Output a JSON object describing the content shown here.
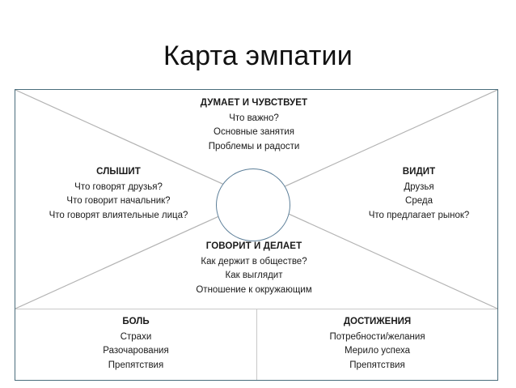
{
  "slide": {
    "title": "Карта эмпатии",
    "colors": {
      "frame_border": "#4a6d7c",
      "diagonal_line": "#b3b3b3",
      "circle_border": "#5d7f99",
      "divider": "#c8c8c8",
      "text": "#1a1a1a",
      "background": "#ffffff"
    }
  },
  "map": {
    "quadrants": [
      {
        "id": "thinks-and-feels",
        "heading": "ДУМАЕТ И ЧУВСТВУЕТ",
        "lines": [
          "Что важно?",
          "Основные занятия",
          "Проблемы и радости"
        ]
      },
      {
        "id": "hears",
        "heading": "СЛЫШИТ",
        "lines": [
          "Что говорят друзья?",
          "Что говорит начальник?",
          "Что говорят влиятельные лица?"
        ]
      },
      {
        "id": "sees",
        "heading": "ВИДИТ",
        "lines": [
          "Друзья",
          "Среда",
          "Что предлагает рынок?"
        ]
      },
      {
        "id": "says-and-does",
        "heading": "ГОВОРИТ И ДЕЛАЕТ",
        "lines": [
          "Как держит в обществе?",
          "Как выглядит",
          "Отношение к окружающим"
        ]
      }
    ],
    "bottom_boxes": [
      {
        "id": "pain",
        "heading": "БОЛЬ",
        "lines": [
          "Страхи",
          "Разочарования",
          "Препятствия"
        ]
      },
      {
        "id": "gain",
        "heading": "ДОСТИЖЕНИЯ",
        "lines": [
          "Потребности/желания",
          "Мерило успеха",
          "Препятствия"
        ]
      }
    ]
  }
}
